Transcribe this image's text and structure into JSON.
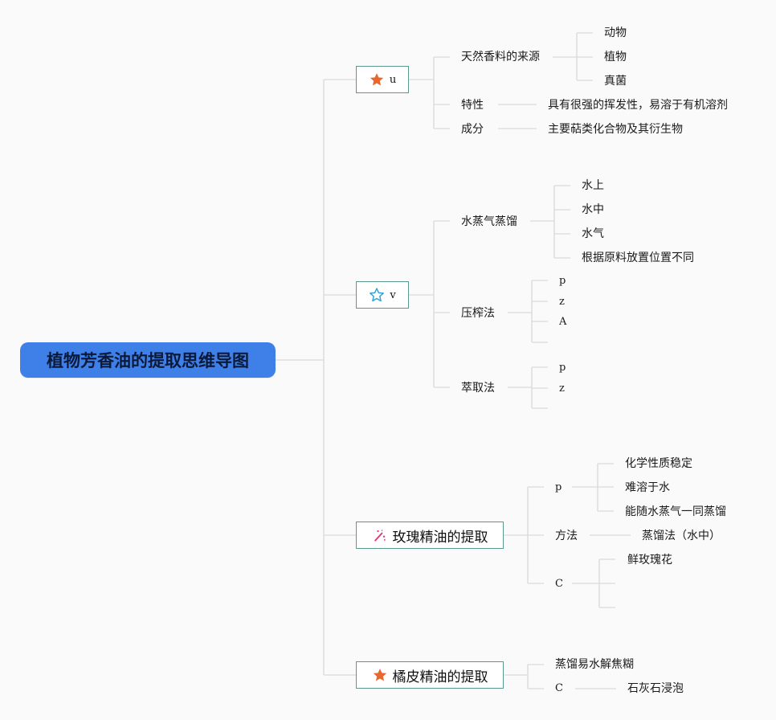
{
  "root": {
    "title": "植物芳香油的提取思维导图"
  },
  "branches": [
    {
      "label": "u",
      "icon": "star-filled-orange-icon",
      "children": [
        {
          "label": "天然香料的来源",
          "children": [
            {
              "label": "动物"
            },
            {
              "label": "植物"
            },
            {
              "label": "真菌"
            }
          ]
        },
        {
          "label": "特性",
          "children": [
            {
              "label": "具有很强的挥发性，易溶于有机溶剂"
            }
          ]
        },
        {
          "label": "成分",
          "children": [
            {
              "label": "主要萜类化合物及其衍生物"
            }
          ]
        }
      ]
    },
    {
      "label": "v",
      "icon": "star-outline-blue-icon",
      "children": [
        {
          "label": "水蒸气蒸馏",
          "children": [
            {
              "label": "水上"
            },
            {
              "label": "水中"
            },
            {
              "label": "水气"
            },
            {
              "label": "根据原料放置位置不同"
            }
          ]
        },
        {
          "label": "压榨法",
          "children": [
            {
              "label": "p"
            },
            {
              "label": "z"
            },
            {
              "label": "A"
            },
            {
              "label": ""
            }
          ]
        },
        {
          "label": "萃取法",
          "children": [
            {
              "label": "p"
            },
            {
              "label": "z"
            },
            {
              "label": ""
            }
          ]
        }
      ]
    },
    {
      "label": "玫瑰精油的提取",
      "icon": "magic-wand-icon",
      "children": [
        {
          "label": "p",
          "children": [
            {
              "label": "化学性质稳定"
            },
            {
              "label": "难溶于水"
            },
            {
              "label": "能随水蒸气一同蒸馏"
            }
          ]
        },
        {
          "label": "方法",
          "children": [
            {
              "label": "蒸馏法（水中）"
            }
          ]
        },
        {
          "label": "C",
          "children": [
            {
              "label": "鲜玫瑰花"
            },
            {
              "label": ""
            },
            {
              "label": ""
            }
          ]
        }
      ]
    },
    {
      "label": "橘皮精油的提取",
      "icon": "star-filled-orange-icon",
      "children": [
        {
          "label": "蒸馏易水解焦糊",
          "children": []
        },
        {
          "label": "C",
          "children": [
            {
              "label": "石灰石浸泡"
            }
          ]
        }
      ]
    }
  ],
  "colors": {
    "root_fill": "#3f7fe8",
    "topic_border": "#5a9a8c",
    "connector": "#d9d9d9",
    "star_orange": "#e8672f",
    "star_blue": "#35a3d6",
    "wand_pink": "#e6337a"
  }
}
